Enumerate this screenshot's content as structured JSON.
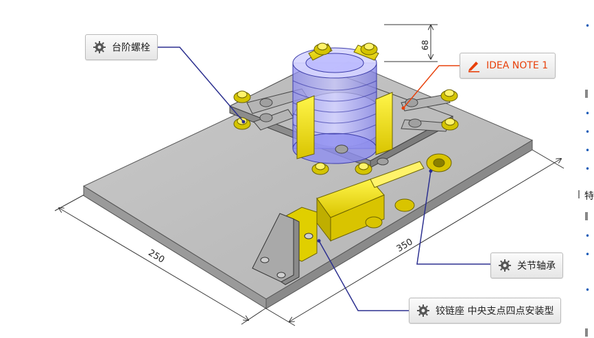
{
  "callouts": {
    "step_bolt": "台阶螺栓",
    "idea_note": "IDEA NOTE 1",
    "rod_end": "关节轴承",
    "hinge_base": "铰链座  中央支点四点安装型"
  },
  "dimensions": {
    "height": "68",
    "width": "250",
    "length": "350"
  },
  "icons": {
    "callout_icon": "gear-icon",
    "note_icon": "pencil-icon"
  },
  "colors": {
    "leader_line": "#2b2f8f",
    "note_line": "#e8400a",
    "note_text": "#e8400a",
    "bullet": "#1a5bb8"
  },
  "side": {
    "glyph": "特"
  }
}
